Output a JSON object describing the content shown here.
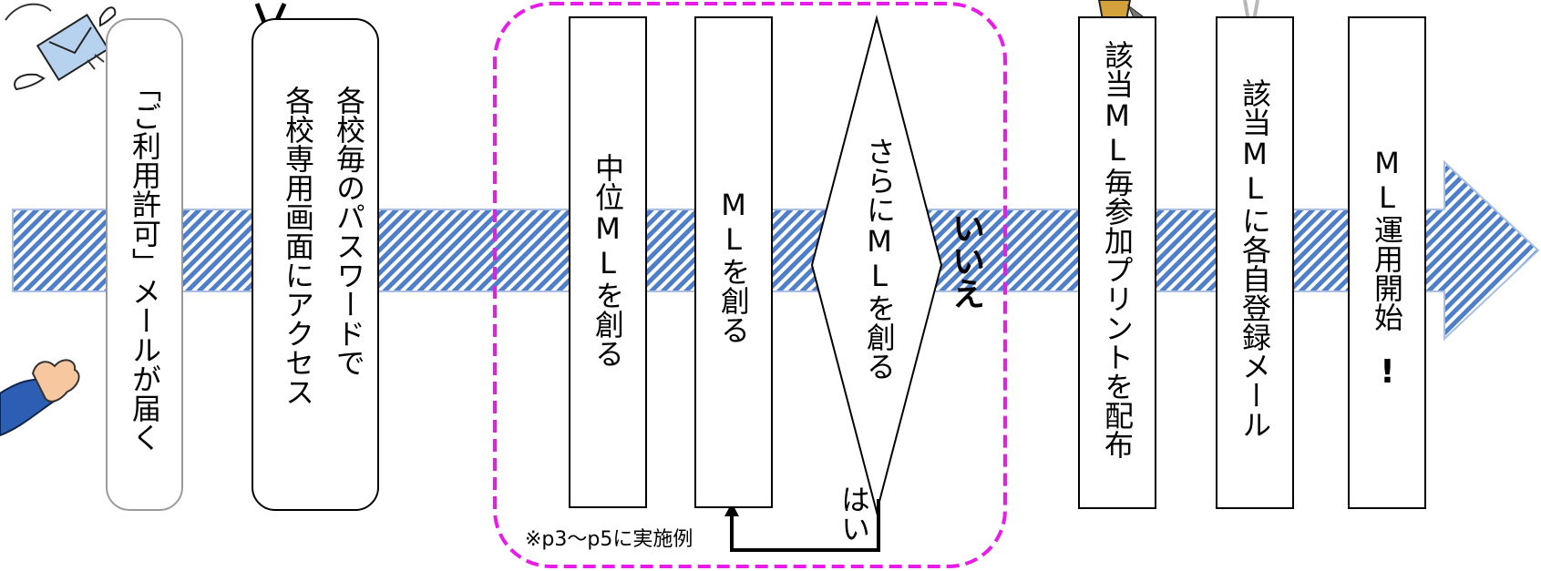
{
  "steps": {
    "s1": "「ご利用許可」メールが届く",
    "s2_line1": "各校毎のパスワードで",
    "s2_line2": "各校専用画面にアクセス",
    "s3": "中位MLを創る",
    "s4": "MLを創る",
    "s5": "さらにMLを創る",
    "s6": "該当ML毎参加プリントを配布",
    "s7": "該当MLに各自登録メール",
    "s8_text": "ML運用開始",
    "s8_mark": "!"
  },
  "labels": {
    "no": "いいえ",
    "yes": "はい",
    "note": "※p3〜p5に実施例"
  },
  "colors": {
    "arrow": "#4f7fc8",
    "dashed_group": "#e81ce8"
  }
}
